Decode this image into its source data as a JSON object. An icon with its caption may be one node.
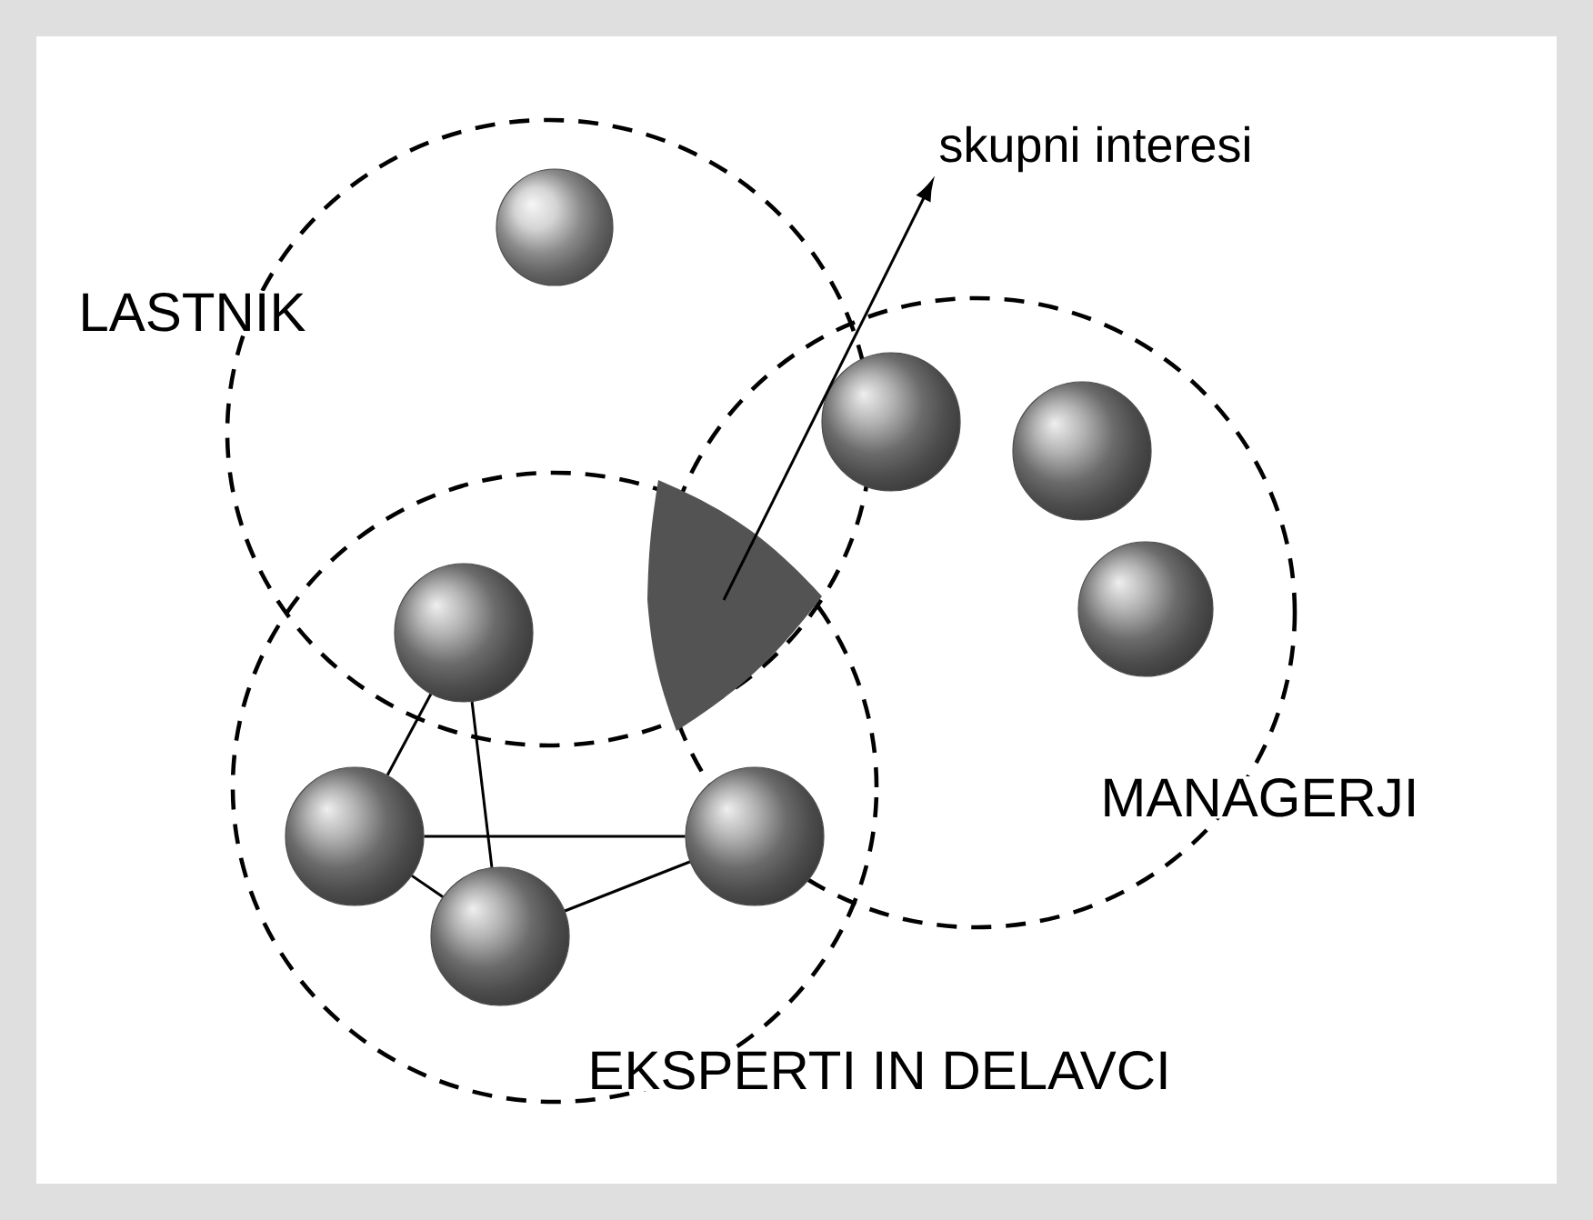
{
  "diagram": {
    "nodes": [
      {
        "text": [
          "LASTNIK"
        ]
      },
      {
        "text": [
          "MANAGERJI"
        ]
      },
      {
        "text": [
          "EKSPERTI IN DELAVCI"
        ]
      },
      {
        "text": [
          "skupni interesi"
        ]
      },
      {
        "text": [],
        "shape": "triangle"
      },
      {
        "text": [],
        "shape": "circle",
        "in": 0
      },
      {
        "text": [],
        "shape": "circle",
        "in": 1
      },
      {
        "text": [],
        "shape": "circle",
        "in": 1
      },
      {
        "text": [],
        "shape": "circle",
        "in": 1
      },
      {
        "text": [],
        "shape": "circle"
      },
      {
        "text": [],
        "shape": "circle",
        "in": 2
      },
      {
        "text": [],
        "shape": "circle"
      },
      {
        "text": [],
        "shape": "circle",
        "in": 2
      }
    ],
    "edges": [
      {
        "from": 4,
        "to": 3,
        "arrow": "to"
      },
      {
        "from": 9,
        "to": 10,
        "arrow": "none"
      },
      {
        "from": 9,
        "to": 12,
        "arrow": "none"
      },
      {
        "from": 10,
        "to": 11,
        "arrow": "none"
      },
      {
        "from": 10,
        "to": 12,
        "arrow": "none"
      },
      {
        "from": 12,
        "to": 11,
        "arrow": "none"
      }
    ]
  }
}
